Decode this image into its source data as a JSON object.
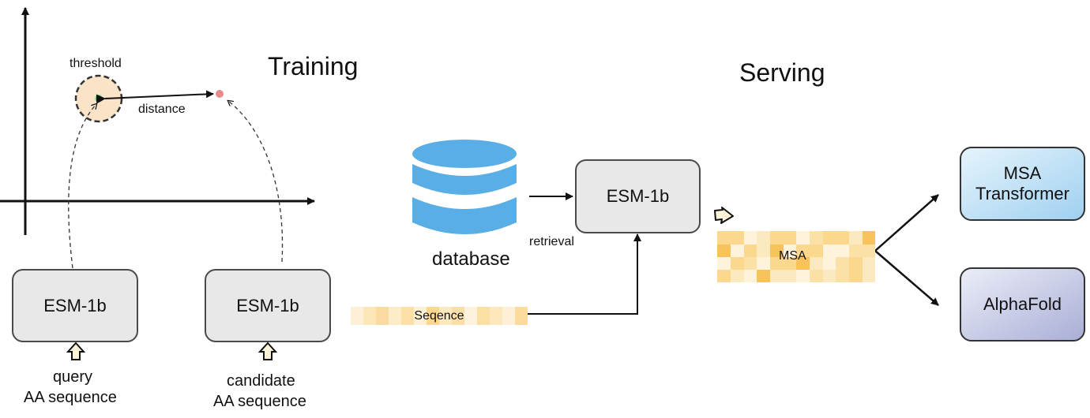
{
  "training": {
    "title": "Training",
    "threshold_label": "threshold",
    "distance_label": "distance",
    "encoder_query": "ESM-1b",
    "encoder_candidate": "ESM-1b",
    "query_label_line1": "query",
    "query_label_line2": "AA sequence",
    "candidate_label_line1": "candidate",
    "candidate_label_line2": "AA sequence"
  },
  "serving": {
    "title": "Serving",
    "database_label": "database",
    "retrieval_label": "retrieval",
    "encoder": "ESM-1b",
    "sequence_label": "Seqence",
    "msa_label": "MSA",
    "msa_transformer_line1": "MSA",
    "msa_transformer_line2": "Transformer",
    "alphafold": "AlphaFold"
  },
  "colors": {
    "threshold_fill": "#fbe3c8",
    "query_point": "#8fd88f",
    "candidate_point": "#e88a8a",
    "database": "#5aaee6",
    "encoder_fill": "#e8e8e8",
    "msa_light": "#fde9bf",
    "msa_mid": "#fcd88e",
    "msa_dark": "#f9c35c",
    "msa_transformer_fill": "#bfe1f7",
    "alphafold_fill": "#c8cbe6"
  }
}
